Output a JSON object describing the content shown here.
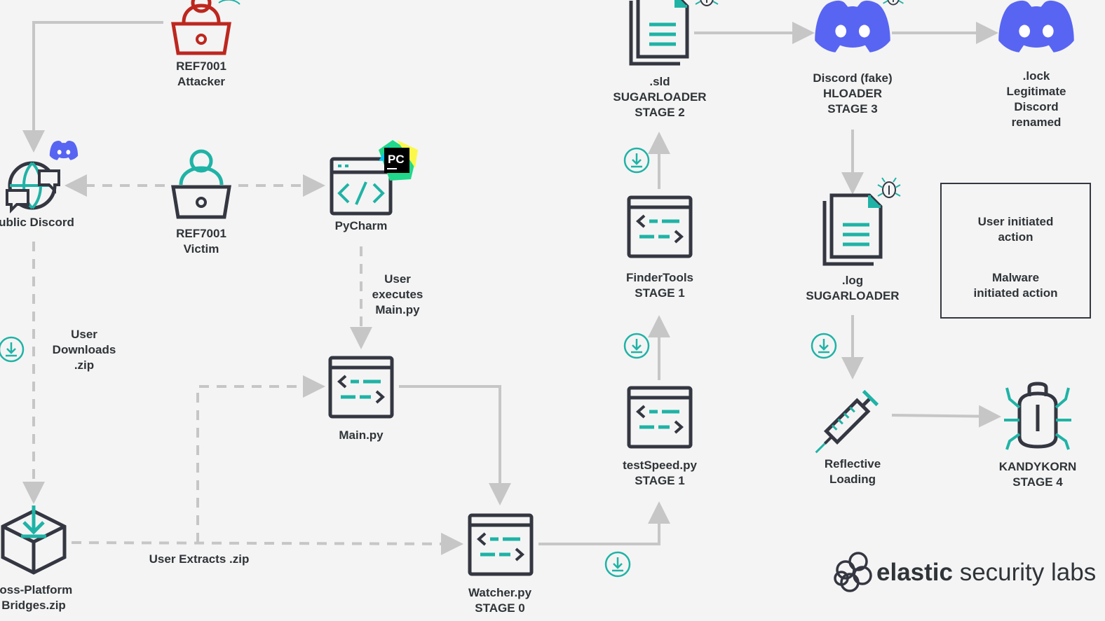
{
  "nodes": {
    "attacker": [
      "REF7001",
      "Attacker"
    ],
    "victim": [
      "REF7001",
      "Victim"
    ],
    "public_discord": [
      "ublic Discord"
    ],
    "pycharm": [
      "PyCharm"
    ],
    "mainpy": [
      "Main.py"
    ],
    "watcher": [
      "Watcher.py",
      "STAGE 0"
    ],
    "zip": [
      "ross-Platform",
      "Bridges.zip"
    ],
    "testspeed": [
      "testSpeed.py",
      "STAGE 1"
    ],
    "findertools": [
      "FinderTools",
      "STAGE 1"
    ],
    "sld": [
      ".sld",
      "SUGARLOADER",
      "STAGE 2"
    ],
    "discord_fake": [
      "Discord (fake)",
      "HLOADER",
      "STAGE 3"
    ],
    "lock": [
      ".lock",
      "Legitimate",
      "Discord",
      "renamed"
    ],
    "log": [
      ".log",
      "SUGARLOADER"
    ],
    "reflective": [
      "Reflective",
      "Loading"
    ],
    "kandykorn": [
      "KANDYKORN",
      "STAGE 4"
    ]
  },
  "edge_labels": {
    "user_downloads": [
      "User",
      "Downloads",
      ".zip"
    ],
    "user_executes": [
      "User",
      "executes",
      "Main.py"
    ],
    "user_extracts": [
      "User Extracts .zip"
    ]
  },
  "legend": {
    "user_action": [
      "User initiated",
      "action"
    ],
    "malware_action": [
      "Malware",
      "initiated action"
    ]
  },
  "pycharm_badge": "PC",
  "brand": {
    "part1": "elastic",
    "part2": " security labs"
  },
  "colors": {
    "teal": "#1fb3a6",
    "dark": "#343741",
    "attacker_red": "#bd271e",
    "discord_blurple": "#5865f2",
    "arrow_gray": "#c6c6c6",
    "text": "#2f3438"
  },
  "icons": [
    "person-laptop-icon",
    "discord-icon",
    "globe-chat-icon",
    "code-window-icon",
    "script-window-icon",
    "document-icon",
    "bug-icon",
    "syringe-icon",
    "download-circle-icon",
    "package-icon",
    "elastic-logo-icon"
  ]
}
